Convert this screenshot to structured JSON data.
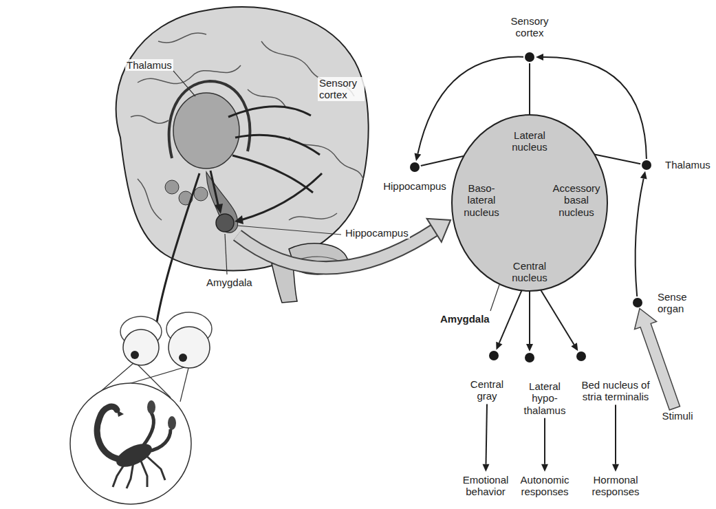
{
  "diagram": {
    "nodes": [
      {
        "text": [
          "Sensory cortex"
        ]
      },
      {
        "text": [
          "Hippocampus"
        ]
      },
      {
        "text": [
          "Amygdala"
        ]
      },
      {
        "text": [
          "Lateral nucleus"
        ],
        "in": 2
      },
      {
        "text": [
          "Baso-lateral nucleus"
        ],
        "in": 2
      },
      {
        "text": [
          "Accessory basal nucleus"
        ],
        "in": 2
      },
      {
        "text": [
          "Central nucleus"
        ],
        "in": 2
      },
      {
        "text": [
          "Thalamus"
        ]
      },
      {
        "text": [
          "Sense organ"
        ]
      },
      {
        "text": [
          "Central gray"
        ]
      },
      {
        "text": [
          "Lateral hypo-thalamus"
        ]
      },
      {
        "text": [
          "Bed nucleus of stria terminalis"
        ]
      },
      {
        "text": [
          "Emotional behavior"
        ]
      },
      {
        "text": [
          "Autonomic responses"
        ]
      },
      {
        "text": [
          "Hormonal responses"
        ]
      },
      {
        "text": [
          "Stimuli"
        ]
      }
    ],
    "edges": [
      {
        "from": 0,
        "to": 1,
        "arrow": "to"
      },
      {
        "from": 0,
        "to": 3,
        "arrow": "to"
      },
      {
        "from": 1,
        "to": 3,
        "arrow": "to"
      },
      {
        "from": 7,
        "to": 0,
        "arrow": "to"
      },
      {
        "from": 7,
        "to": 3,
        "arrow": "to"
      },
      {
        "from": 8,
        "to": 7,
        "arrow": "to"
      },
      {
        "from": 3,
        "to": 4,
        "arrow": "to"
      },
      {
        "from": 3,
        "to": 5,
        "arrow": "to"
      },
      {
        "from": 3,
        "to": 6,
        "arrow": "to"
      },
      {
        "from": 4,
        "to": 6,
        "arrow": "to"
      },
      {
        "from": 5,
        "to": 6,
        "arrow": "to"
      },
      {
        "from": 6,
        "to": 9,
        "arrow": "to"
      },
      {
        "from": 6,
        "to": 10,
        "arrow": "to"
      },
      {
        "from": 6,
        "to": 11,
        "arrow": "to"
      },
      {
        "from": 9,
        "to": 12,
        "arrow": "to"
      },
      {
        "from": 10,
        "to": 13,
        "arrow": "to"
      },
      {
        "from": 11,
        "to": 14,
        "arrow": "to"
      },
      {
        "from": 15,
        "to": 8,
        "arrow": "to"
      }
    ],
    "labels": [
      "Thalamus",
      "Sensory cortex",
      "Hippocampus",
      "Amygdala"
    ]
  }
}
